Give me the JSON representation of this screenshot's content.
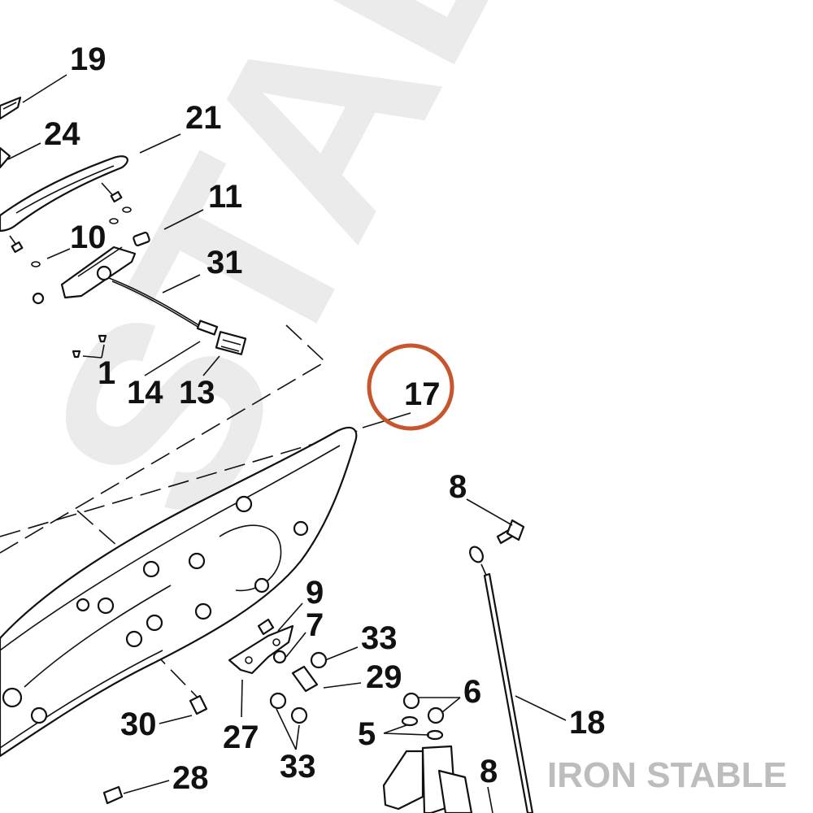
{
  "watermark": {
    "text": "STABLE"
  },
  "brand": {
    "text": "IRON STABLE",
    "color": "#bdbdbd"
  },
  "highlight": {
    "label": "17",
    "ring_color": "#c8562d"
  },
  "callouts": [
    {
      "id": "c19",
      "label": "19"
    },
    {
      "id": "c24",
      "label": "24"
    },
    {
      "id": "c21",
      "label": "21"
    },
    {
      "id": "c11",
      "label": "11"
    },
    {
      "id": "c10",
      "label": "10"
    },
    {
      "id": "c31",
      "label": "31"
    },
    {
      "id": "c1",
      "label": "1"
    },
    {
      "id": "c14",
      "label": "14"
    },
    {
      "id": "c13",
      "label": "13"
    },
    {
      "id": "c8a",
      "label": "8"
    },
    {
      "id": "c9",
      "label": "9"
    },
    {
      "id": "c7",
      "label": "7"
    },
    {
      "id": "c33a",
      "label": "33"
    },
    {
      "id": "c29",
      "label": "29"
    },
    {
      "id": "c6",
      "label": "6"
    },
    {
      "id": "c18",
      "label": "18"
    },
    {
      "id": "c5",
      "label": "5"
    },
    {
      "id": "c30",
      "label": "30"
    },
    {
      "id": "c27",
      "label": "27"
    },
    {
      "id": "c33b",
      "label": "33"
    },
    {
      "id": "c28",
      "label": "28"
    },
    {
      "id": "c8b",
      "label": "8"
    }
  ]
}
